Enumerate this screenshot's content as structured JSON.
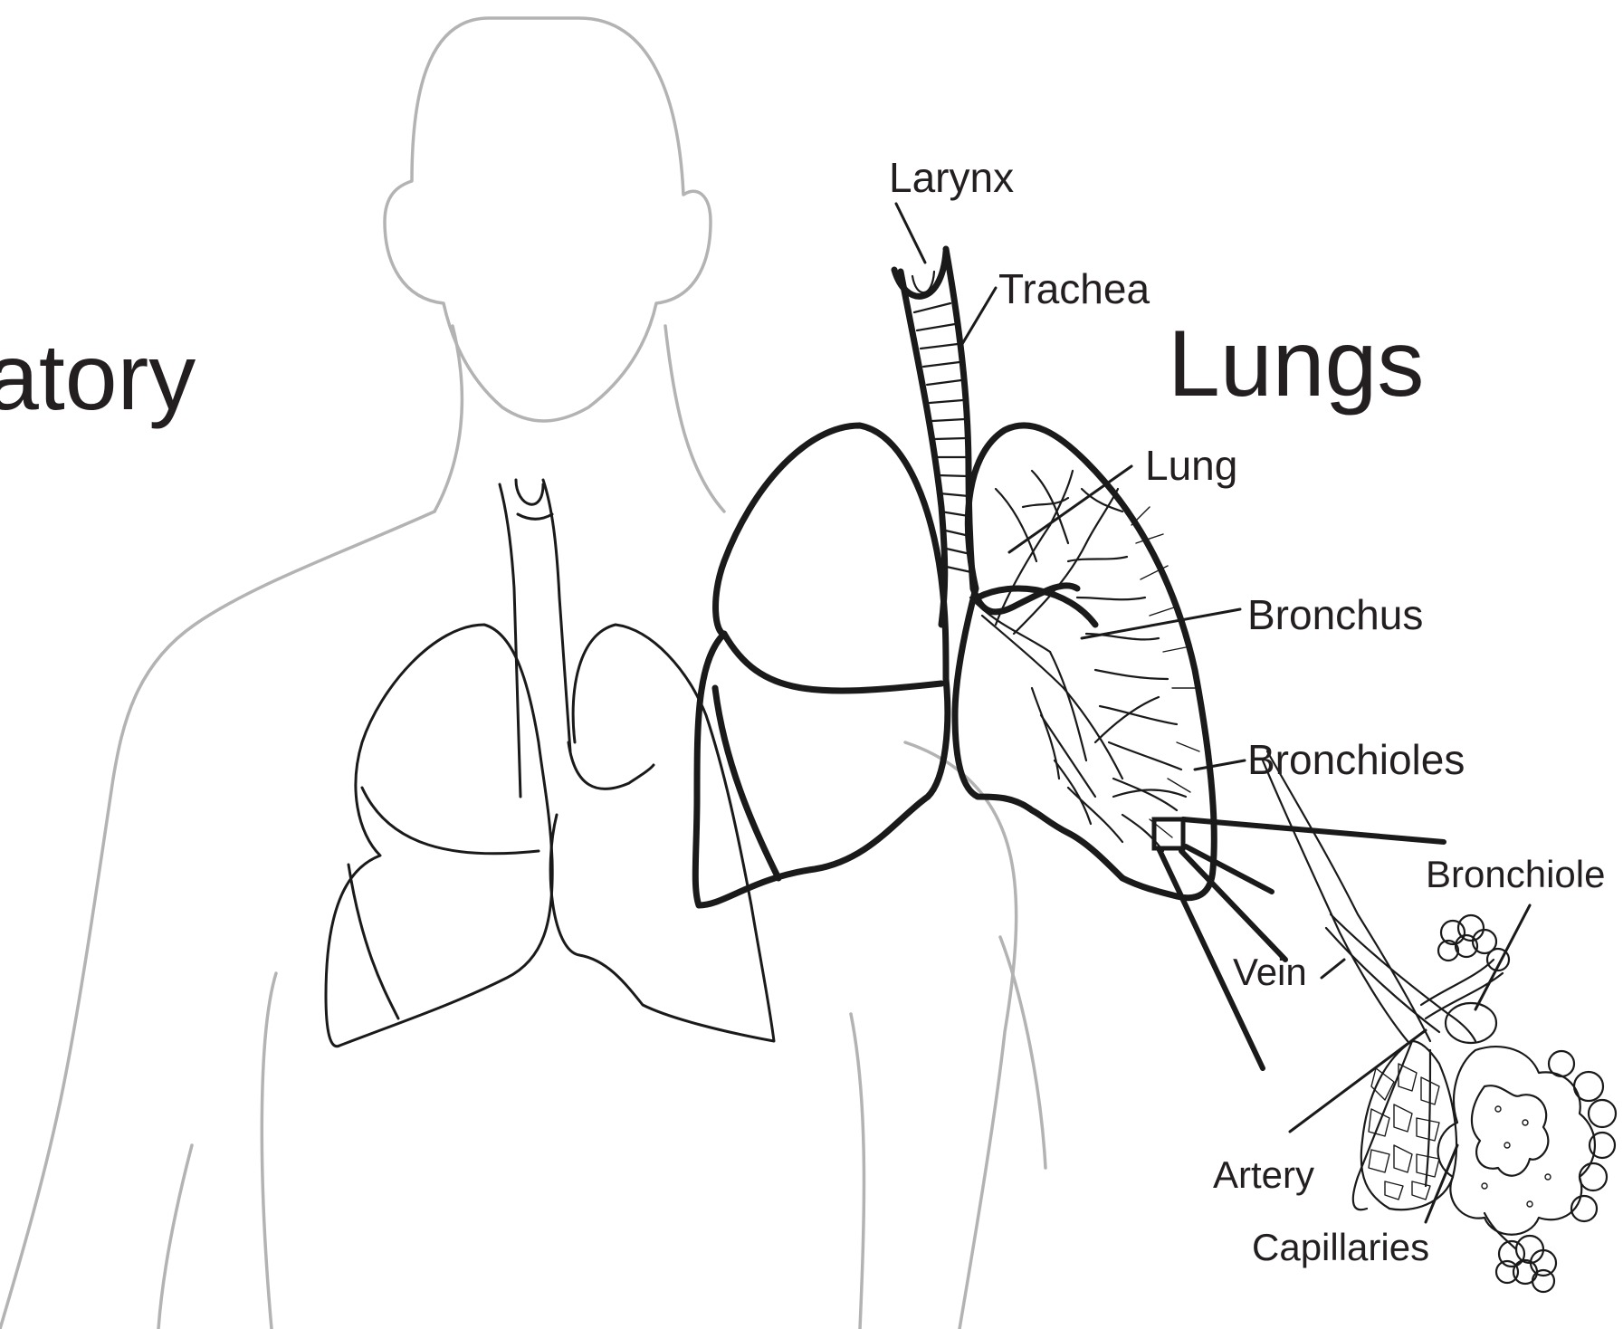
{
  "title_fragment": "atory",
  "heading": "Lungs",
  "labels": {
    "larynx": "Larynx",
    "trachea": "Trachea",
    "lung": "Lung",
    "bronchus": "Bronchus",
    "bronchioles": "Bronchioles",
    "bronchiole": "Bronchiole",
    "vein": "Vein",
    "artery": "Artery",
    "capillaries": "Capillaries"
  },
  "colors": {
    "body_outline": "#b3b3b3",
    "ink": "#1a1a1a",
    "background": "#ffffff"
  }
}
